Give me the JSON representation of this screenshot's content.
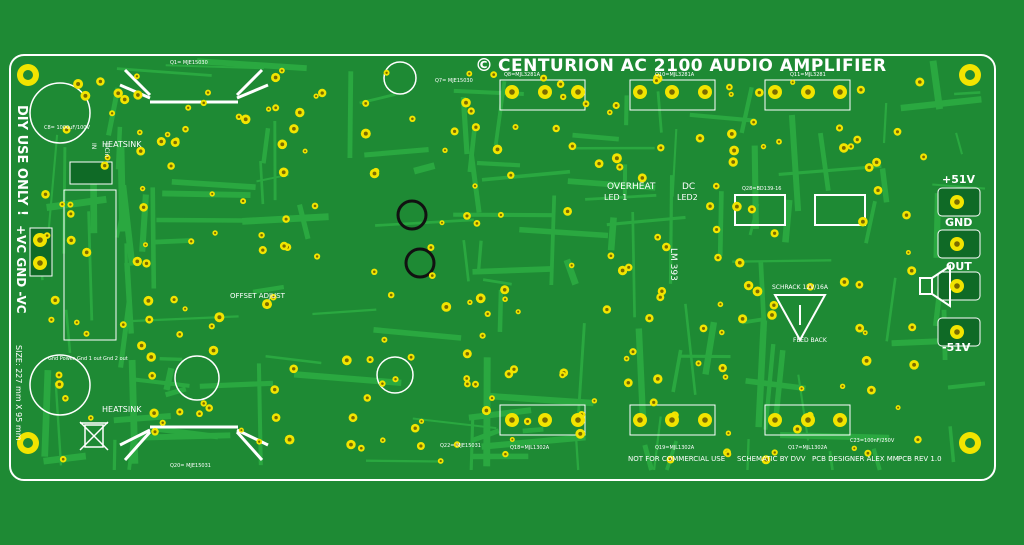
{
  "board": {
    "title": "CENTURION AC 2100 AUDIO AMPLIFIER",
    "copyright_symbol": "©",
    "side_text_1": "DIY USE ONLY !",
    "side_text_2": "+VC GND -VC",
    "size_text": "SIZE: 227 mm X 95 mm",
    "heatsink_top": "HEATSINK",
    "heatsink_bottom": "HEATSINK",
    "overheat": "OVERHEAT",
    "dc": "DC",
    "led1": "LED 1",
    "led2": "LED2",
    "offset_adjust": "OFFSET ADJUST",
    "feed_back": "FEED BACK",
    "lm393": "LM 393",
    "v_plus": "+51V",
    "gnd": "GND",
    "out": "OUT",
    "v_minus": "-51V",
    "not_commercial": "NOT FOR COMMERCIAL USE",
    "schematic_by": "SCHEMATIC BY DVV",
    "pcb_designer": "PCB DESIGNER ALEX MM",
    "pcb_rev": "PCB REV 1.0",
    "gnd_power": "Gnd Power",
    "gnd1_out": "Gnd 1 out",
    "gnd2_out": "Gnd 2 out",
    "relay": "SCHRACK 12V/16A",
    "q1": "Q1= MJE15030",
    "q7": "Q7= MJE15030",
    "q8": "Q8=MJL3281A",
    "q10": "Q10=MJL3281A",
    "q11": "Q11=MJL3281",
    "q18": "Q18=MJL1302A",
    "q19": "Q19=MJL1302A",
    "q17": "Q17=MJL1302A",
    "q20": "Q20= MJE15031",
    "q22": "Q22= MJE15031",
    "q28": "Q28=BD139-16",
    "c8": "C8= 1000uF/100V",
    "c23": "C23=100nF/250V",
    "in": "IN",
    "dcin": "DCin"
  },
  "colors": {
    "board": "#1e8a34",
    "trace": "#2aa840",
    "text": "#ffffff",
    "pad": "#f2e400",
    "hole": "#7a6a00"
  }
}
